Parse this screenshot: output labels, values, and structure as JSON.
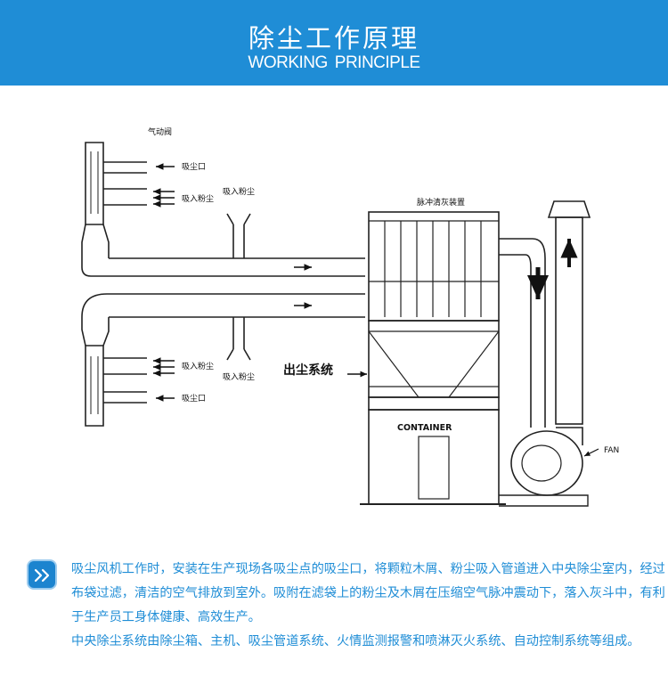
{
  "header": {
    "title_cn": "除尘工作原理",
    "title_en_1": "WORKING",
    "title_en_2": "PRINCIPLE",
    "bg_color": "#1f8dd6"
  },
  "diagram": {
    "labels": {
      "valve": "气动阀",
      "suction_port_top": "吸尘口",
      "suction_dust_top_left": "吸入粉尘",
      "suction_dust_top_mid": "吸入粉尘",
      "suction_dust_bottom_left": "吸入粉尘",
      "suction_dust_bottom_mid": "吸入粉尘",
      "suction_port_bottom": "吸尘口",
      "pulse_cleaning": "脉冲清灰装置",
      "dust_outlet": "出尘系统",
      "container": "CONTAINER",
      "fan": "FAN"
    }
  },
  "description": {
    "icon": "double-chevron-right-icon",
    "paragraph_1": "吸尘风机工作时，安装在生产现场各吸尘点的吸尘口，将颗粒木屑、粉尘吸入管道进入中央除尘室内，经过布袋过滤，清洁的空气排放到室外。吸附在滤袋上的粉尘及木屑在压缩空气脉冲震动下，落入灰斗中，有利于生产员工身体健康、高效生产。",
    "paragraph_2": "中央除尘系统由除尘箱、主机、吸尘管道系统、火情监测报警和喷淋灭火系统、自动控制系统等组成。",
    "text_color": "#1f8dd6"
  }
}
